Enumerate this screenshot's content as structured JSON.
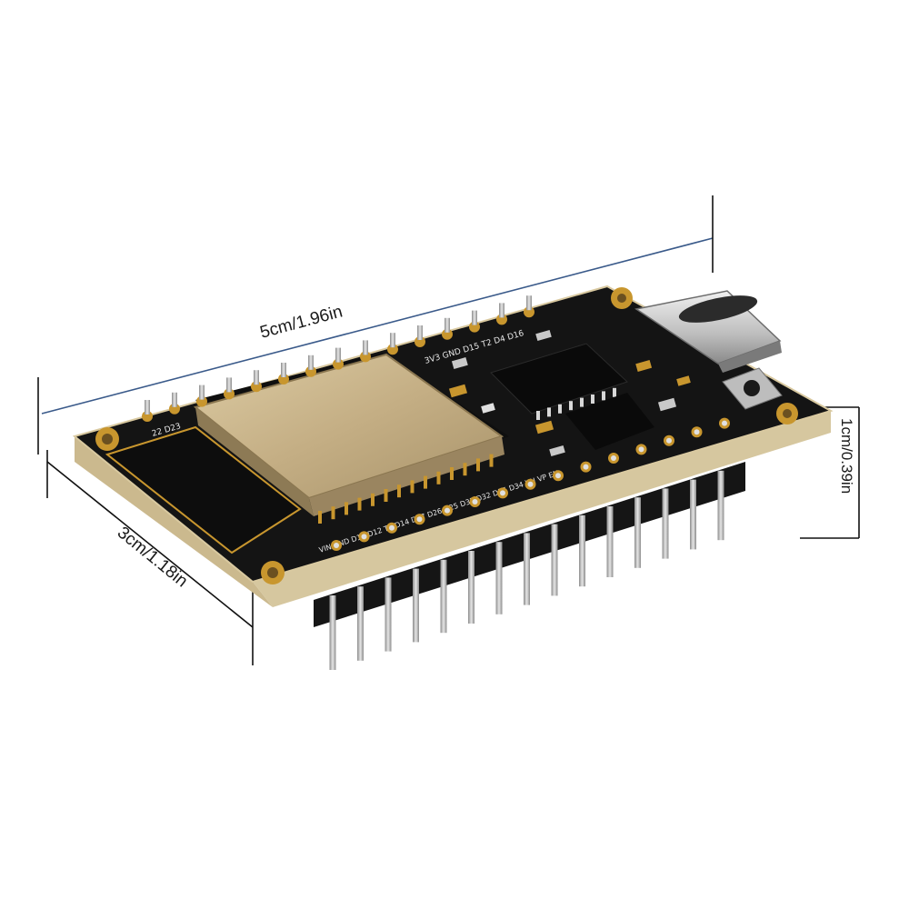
{
  "dimensions": {
    "length": "5cm/1.96in",
    "width": "3cm/1.18in",
    "height": "1cm/0.39in"
  },
  "board": {
    "top_pin_labels": "3V3 GND D15 T2 D4 D16",
    "top_left_label": "22 D23",
    "bottom_pin_labels": "VIN GND D13 D12 T4 D14 D27 D26 D25 D33 D32 D35 D34 VN VP EN",
    "colors": {
      "pcb": "#141414",
      "pcb_edge": "#d9c9a0",
      "shield": "#c9b48a",
      "gold": "#c8962e",
      "pins": "#b8b8b8",
      "header": "#1c1c1c",
      "dimension_line": "#3a5a8a"
    }
  }
}
